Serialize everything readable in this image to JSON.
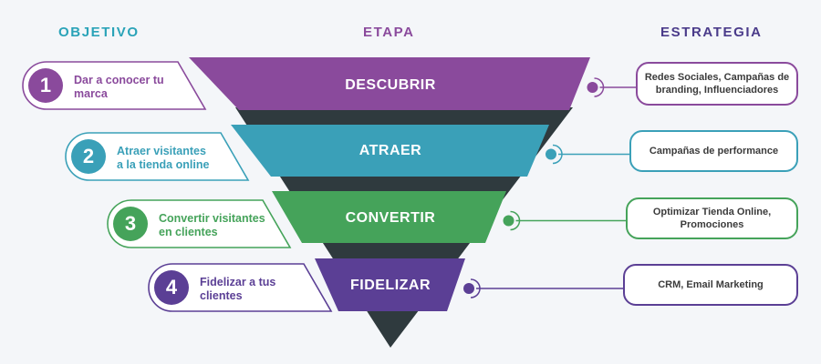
{
  "headers": {
    "objetivo": "OBJETIVO",
    "etapa": "ETAPA",
    "estrategia": "ESTRATEGIA"
  },
  "colors": {
    "purple": "#8a4a9c",
    "teal": "#3aa0b8",
    "green": "#45a35a",
    "indigo": "#5b3f95",
    "dark": "#2f3a3e",
    "objetivo_header": "#2aa3b8",
    "etapa_header": "#8a4a9c",
    "estrategia_header": "#4a3b8a"
  },
  "stages": [
    {
      "number": "1",
      "stage": "DESCUBRIR",
      "objective": "Dar a conocer tu\nmarca",
      "strategy": "Redes Sociales, Campañas de\nbranding, Influenciadores",
      "color": "#8a4a9c"
    },
    {
      "number": "2",
      "stage": "ATRAER",
      "objective": "Atraer visitantes\na la tienda online",
      "strategy": "Campañas de performance",
      "color": "#3aa0b8"
    },
    {
      "number": "3",
      "stage": "CONVERTIR",
      "objective": "Convertir visitantes\nen clientes",
      "strategy": "Optimizar Tienda Online,\nPromociones",
      "color": "#45a35a"
    },
    {
      "number": "4",
      "stage": "FIDELIZAR",
      "objective": "Fidelizar a tus\nclientes",
      "strategy": "CRM, Email Marketing",
      "color": "#5b3f95"
    }
  ]
}
